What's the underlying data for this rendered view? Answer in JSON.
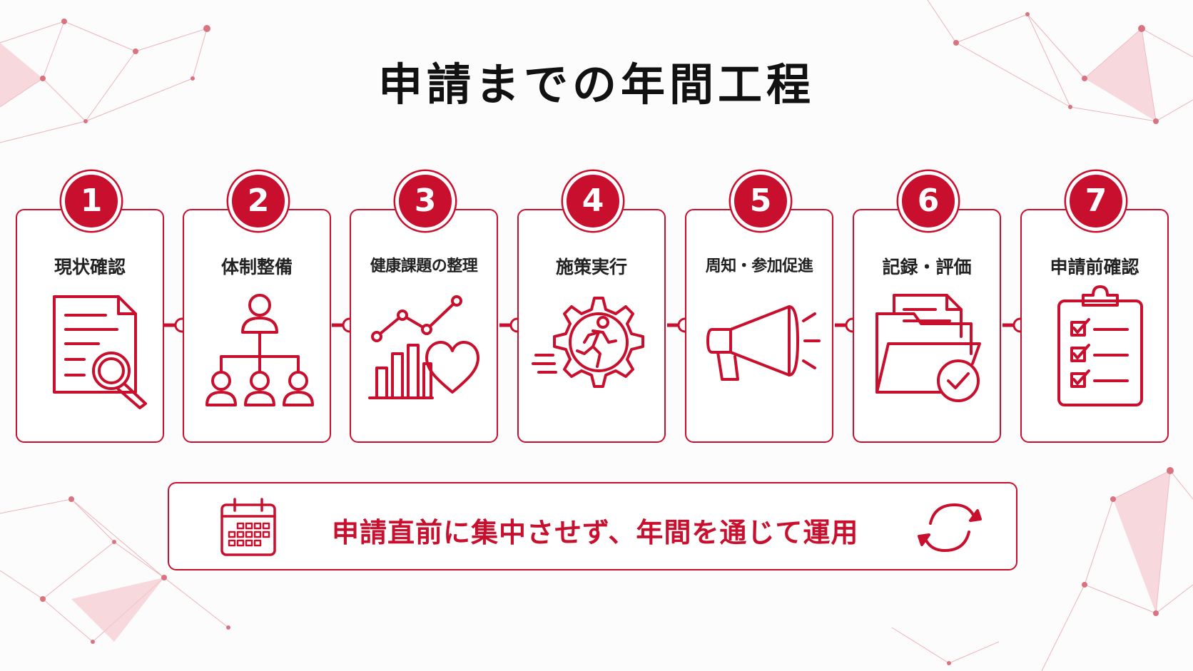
{
  "title": "申請までの年間工程",
  "steps": [
    {
      "number": "1",
      "label": "現状確認",
      "icon": "document-search-icon"
    },
    {
      "number": "2",
      "label": "体制整備",
      "icon": "org-chart-icon"
    },
    {
      "number": "3",
      "label": "健康課題の整理",
      "icon": "chart-heart-icon"
    },
    {
      "number": "4",
      "label": "施策実行",
      "icon": "gear-runner-icon"
    },
    {
      "number": "5",
      "label": "周知・参加促進",
      "icon": "megaphone-icon"
    },
    {
      "number": "6",
      "label": "記録・評価",
      "icon": "folder-check-icon"
    },
    {
      "number": "7",
      "label": "申請前確認",
      "icon": "clipboard-checklist-icon"
    }
  ],
  "banner": {
    "text": "申請直前に集中させず、年間を通じて運用",
    "left_icon": "calendar-icon",
    "right_icon": "cycle-arrows-icon"
  },
  "colors": {
    "accent": "#c8102e",
    "text": "#111111",
    "background": "#fdfcfc"
  }
}
